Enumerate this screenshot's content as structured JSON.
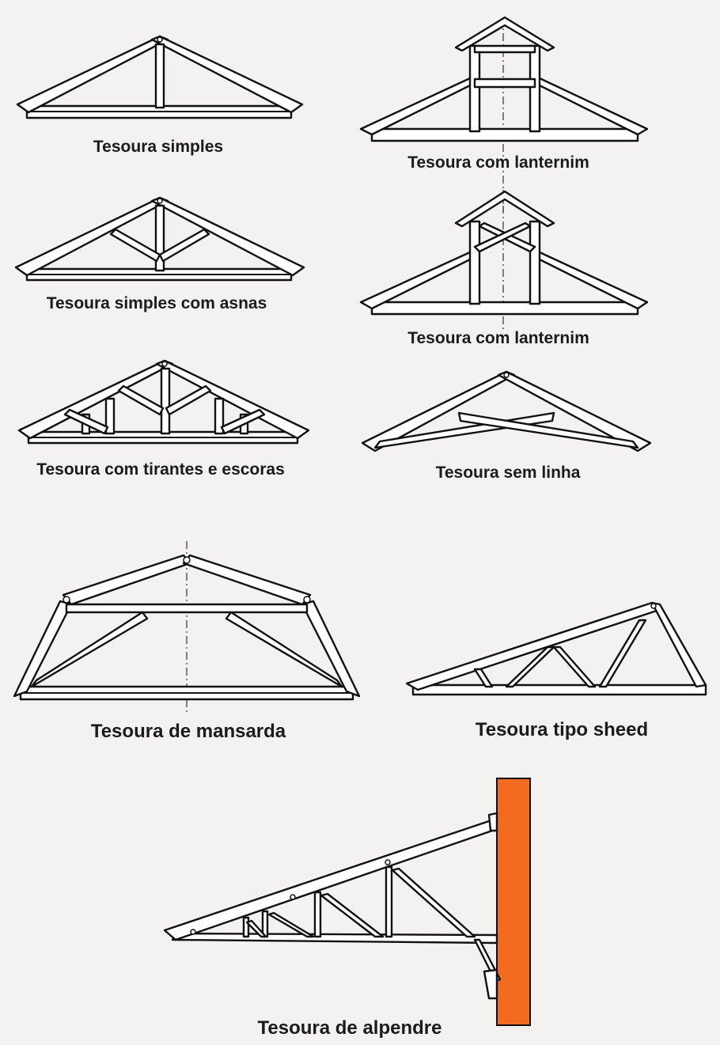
{
  "labels": {
    "simples": "Tesoura simples",
    "lanternim_1": "Tesoura com lanternim",
    "simples_asnas": "Tesoura simples com asnas",
    "lanternim_2": "Tesoura com lanternim",
    "tirantes": "Tesoura com tirantes e escoras",
    "sem_linha": "Tesoura sem linha",
    "mansarda": "Tesoura de mansarda",
    "sheed": "Tesoura tipo sheed",
    "alpendre": "Tesoura de alpendre"
  },
  "colors": {
    "background": "#f3f2f1",
    "member_fill": "#ffffff",
    "outline": "#111111",
    "wall": "#f26b21"
  }
}
